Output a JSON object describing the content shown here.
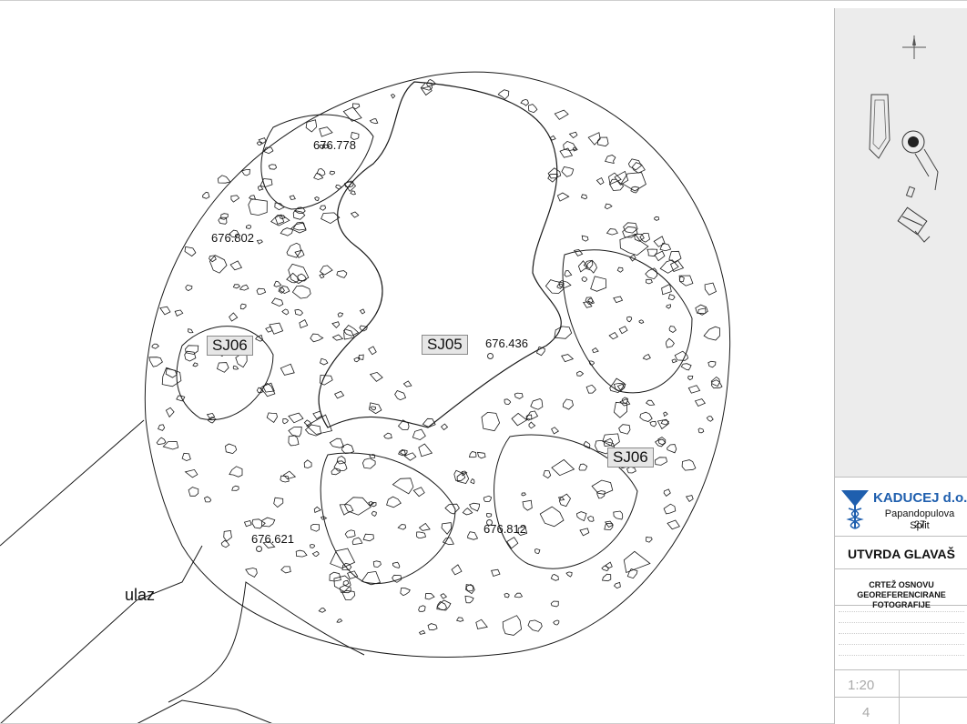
{
  "drawing": {
    "region_labels": [
      {
        "id": "sj06-west",
        "text": "SJ06"
      },
      {
        "id": "sj05",
        "text": "SJ05"
      },
      {
        "id": "sj06-east",
        "text": "SJ06"
      }
    ],
    "elevations": {
      "n": "676.778",
      "nw": "676.802",
      "c": "676.436",
      "sw": "676.621",
      "s": "676.812"
    },
    "entrance_label": "ulaz"
  },
  "title_block": {
    "company_name": "KADUCEJ d.o.o.",
    "company_street": "Papandopulova 27",
    "company_city": "Split",
    "project": "UTVRDA GLAVAŠ",
    "drawing_title_line1": "CRTEŽ OSNOVU",
    "drawing_title_line2": "GEOREFERENCIRANE FOTOGRAFIJE",
    "scale": "1:20",
    "sheet_number": "4"
  },
  "colors": {
    "logo_blue": "#1f5fae",
    "line": "#1a1a1a",
    "panel": "#ececec"
  }
}
